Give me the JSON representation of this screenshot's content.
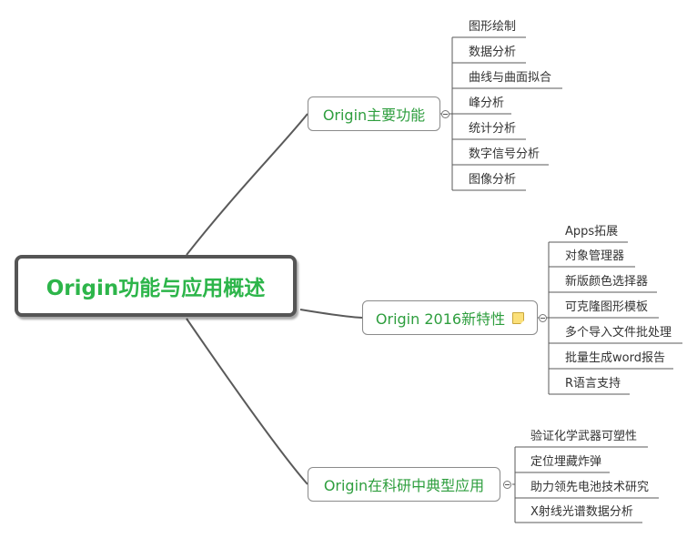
{
  "root": {
    "label": "Origin功能与应用概述"
  },
  "branches": [
    {
      "label": "Origin主要功能",
      "children": [
        "图形绘制",
        "数据分析",
        "曲线与曲面拟合",
        "峰分析",
        "统计分析",
        "数字信号分析",
        "图像分析"
      ]
    },
    {
      "label": "Origin 2016新特性",
      "children": [
        "Apps拓展",
        "对象管理器",
        "新版颜色选择器",
        "可克隆图形模板",
        "多个导入文件批处理",
        "批量生成word报告",
        "R语言支持"
      ]
    },
    {
      "label": "Origin在科研中典型应用",
      "children": [
        "验证化学武器可塑性",
        "定位埋藏炸弹",
        "助力领先电池技术研究",
        "X射线光谱数据分析"
      ]
    }
  ],
  "colors": {
    "root_text": "#2db54a",
    "branch_text": "#2e9e3e",
    "line": "#5a5a5a",
    "note": "#fbe07a"
  },
  "icons": {
    "branch2_note": "note-icon"
  }
}
